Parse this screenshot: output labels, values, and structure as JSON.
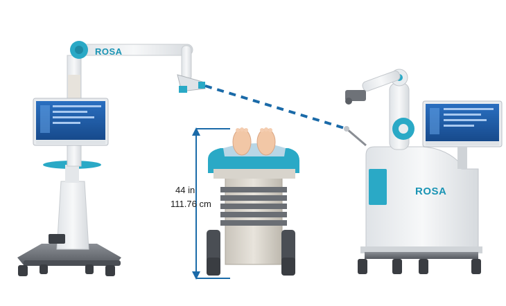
{
  "brand": {
    "camera_arm_label": "ROSA",
    "robot_unit_label": "ROSA"
  },
  "table_height": {
    "imperial": "44 in",
    "metric": "111.76 cm"
  },
  "colors": {
    "accent_teal": "#2aa9c6",
    "screen_blue": "#1b5aa8",
    "body_white": "#eef0f2",
    "base_gray": "#6e7278",
    "dimension_line": "#1a6aa8"
  },
  "icons": [
    "optical-tracking-camera",
    "robotic-arm",
    "touchscreen-monitor",
    "patient-feet",
    "caster-wheel"
  ]
}
